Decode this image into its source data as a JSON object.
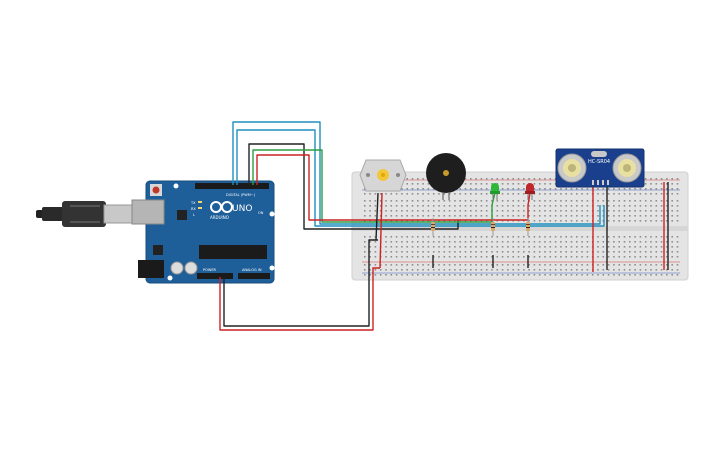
{
  "arduino": {
    "brand": "ARDUINO",
    "model": "UNO",
    "digital_label": "DIGITAL (PWM~)",
    "power_label": "POWER",
    "analog_label": "ANALOG IN",
    "tx_label": "TX",
    "rx_label": "RX",
    "on_label": "ON",
    "l_label": "L"
  },
  "sensor": {
    "label": "HC-SR04"
  },
  "colors": {
    "arduino_board": "#1f5f99",
    "breadboard": "#e6e6e6",
    "wire_red": "#cc2222",
    "wire_black": "#222222",
    "wire_blue": "#1f8fbf",
    "wire_green": "#2e9e3e",
    "led_green": "#2db83a",
    "led_red": "#c0272d",
    "buzzer": "#1e1e1e",
    "sensor_board": "#1a3f8c"
  }
}
